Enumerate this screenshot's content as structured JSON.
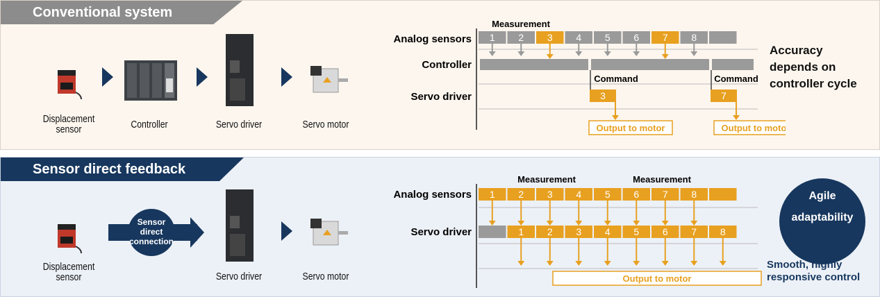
{
  "panel_conventional": {
    "title": "Conventional system",
    "devices": {
      "displacement_sensor": "Displacement sensor",
      "controller": "Controller",
      "servo_driver": "Servo driver",
      "servo_motor": "Servo motor"
    },
    "rows": {
      "analog_sensors": "Analog sensors",
      "controller": "Controller",
      "servo_driver": "Servo driver"
    },
    "measurement_label": "Measurement",
    "command_label": "Command",
    "output_label": "Output to motor",
    "sensor_cells": [
      "1",
      "2",
      "3",
      "4",
      "5",
      "6",
      "7",
      "8",
      ""
    ],
    "highlighted_cells": [
      "3",
      "7"
    ],
    "driver_cells": [
      "3",
      "7"
    ],
    "note": [
      "Accuracy",
      "depends on",
      "controller cycle"
    ]
  },
  "panel_direct": {
    "title": "Sensor direct feedback",
    "devices": {
      "displacement_sensor": "Displacement sensor",
      "connection": [
        "Sensor",
        "direct",
        "connection"
      ],
      "servo_driver": "Servo driver",
      "servo_motor": "Servo motor"
    },
    "rows": {
      "analog_sensors": "Analog sensors",
      "servo_driver": "Servo driver"
    },
    "measurement_label": "Measurement",
    "output_label": "Output to motor",
    "sensor_cells": [
      "1",
      "2",
      "3",
      "4",
      "5",
      "6",
      "7",
      "8",
      ""
    ],
    "driver_cells": [
      "",
      "1",
      "2",
      "3",
      "4",
      "5",
      "6",
      "7",
      "8"
    ],
    "badge": [
      "Agile",
      "adaptability"
    ],
    "note": [
      "Smooth, highly",
      "responsive control"
    ]
  },
  "colors": {
    "orange": "#e8a020",
    "gray": "#9a9a9a",
    "navy": "#17375e"
  }
}
